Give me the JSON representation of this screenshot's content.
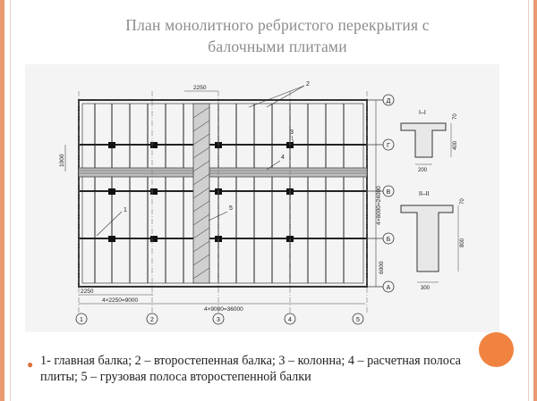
{
  "slide": {
    "title_line1": "План монолитного ребристого перекрытия с",
    "title_line2": "балочными плитами",
    "caption": "1- главная балка; 2 – второстепенная балка; 3 – колонна; 4 – расчетная полоса плиты; 5 – грузовая полоса второстепенной балки"
  },
  "drawing": {
    "dim_top": "2250",
    "dim_left": "1000",
    "dim_bottom_small": "2250",
    "dim_bottom_span": "4×2250=9000",
    "dim_bottom_total": "4×9000=36000",
    "dim_right_total": "4×6000=24000",
    "dim_right_bay": "6000",
    "row_axes": [
      "Д",
      "Г",
      "В",
      "Б",
      "А"
    ],
    "col_axes": [
      "1",
      "2",
      "3",
      "4",
      "5"
    ],
    "callouts": [
      "1",
      "2",
      "3",
      "4",
      "5"
    ],
    "section1": {
      "label": "I–I",
      "h": "400",
      "flange": "70",
      "width": "200"
    },
    "section2": {
      "label": "II–II",
      "h": "800",
      "flange": "70",
      "width": "300"
    }
  }
}
